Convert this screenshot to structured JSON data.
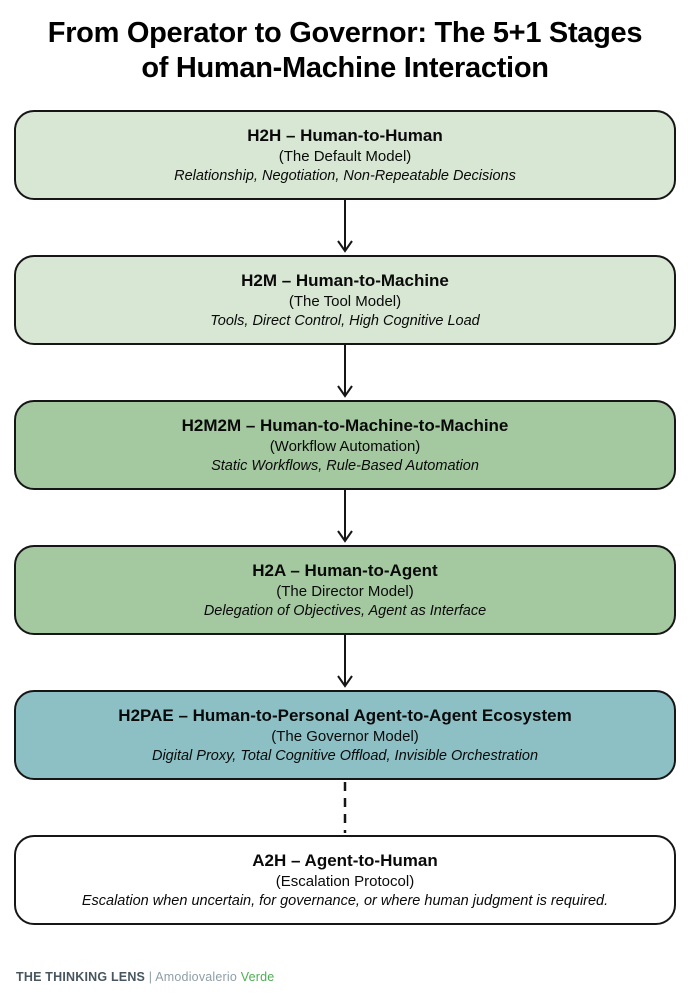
{
  "title": {
    "line1": "From Operator to Governor: The 5+1 Stages",
    "line2": "of Human-Machine Interaction"
  },
  "stages": [
    {
      "heading": "H2H – Human-to-Human",
      "model": "(The Default Model)",
      "traits": "Relationship, Negotiation, Non-Repeatable Decisions",
      "bg": "#d8e7d4",
      "connector_to_next": "solid-arrow"
    },
    {
      "heading": "H2M – Human-to-Machine",
      "model": "(The Tool Model)",
      "traits": "Tools, Direct Control, High Cognitive Load",
      "bg": "#d8e7d4",
      "connector_to_next": "solid-arrow"
    },
    {
      "heading": "H2M2M – Human-to-Machine-to-Machine",
      "model": "(Workflow Automation)",
      "traits": "Static Workflows, Rule-Based Automation",
      "bg": "#a4c8a0",
      "connector_to_next": "solid-arrow"
    },
    {
      "heading": "H2A – Human-to-Agent",
      "model": "(The Director Model)",
      "traits": "Delegation of Objectives, Agent as Interface",
      "bg": "#a4c8a0",
      "connector_to_next": "solid-arrow"
    },
    {
      "heading": "H2PAE – Human-to-Personal Agent-to-Agent Ecosystem",
      "model": "(The Governor Model)",
      "traits": "Digital Proxy, Total Cognitive Offload, Invisible Orchestration",
      "bg": "#8cc0c5",
      "connector_to_next": "dashed-line"
    },
    {
      "heading": "A2H – Agent-to-Human",
      "model": "(Escalation Protocol)",
      "traits": "Escalation when uncertain, for governance, or where human judgment is required.",
      "bg": "#ffffff",
      "connector_to_next": null
    }
  ],
  "footer": {
    "brand": "THE THINKING LENS",
    "separator": "|",
    "author_first": "Amodiovalerio",
    "author_last": "Verde"
  },
  "colors": {
    "stage_light_green": "#d8e7d4",
    "stage_medium_green": "#a4c8a0",
    "stage_teal": "#8cc0c5",
    "stage_white": "#ffffff",
    "box_border": "#161616",
    "brand_text": "#47565f",
    "footer_gray": "#8e9ea8",
    "footer_green": "#4caf50"
  }
}
